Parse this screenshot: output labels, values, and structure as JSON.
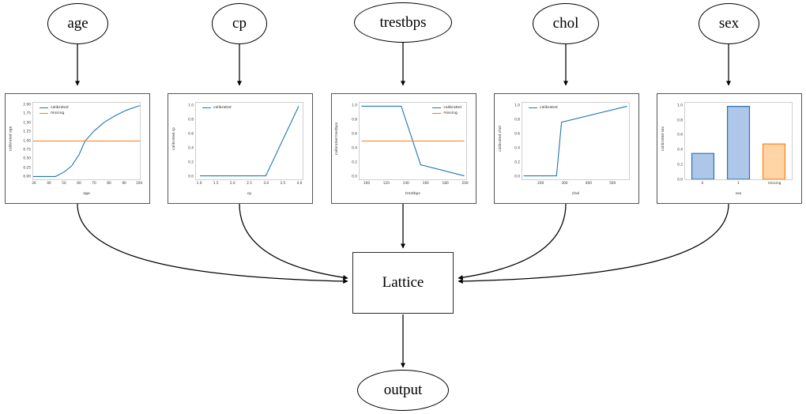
{
  "graph": {
    "input_nodes": [
      {
        "id": "age",
        "label": "age"
      },
      {
        "id": "cp",
        "label": "cp"
      },
      {
        "id": "trestbps",
        "label": "trestbps"
      },
      {
        "id": "chol",
        "label": "chol"
      },
      {
        "id": "sex",
        "label": "sex"
      }
    ],
    "model_node": {
      "id": "lattice",
      "label": "Lattice"
    },
    "output_node": {
      "id": "output",
      "label": "output"
    }
  },
  "colors": {
    "calibrated": "#1f77b4",
    "missing": "#ff7f0e",
    "bar_blue_face": "#aec7e8",
    "bar_blue_edge": "#1f77b4",
    "bar_orange_face": "#ffd4a6",
    "bar_orange_edge": "#ff7f0e",
    "panel_border": "#555555",
    "node_border": "#000000"
  },
  "chart_data": [
    {
      "id": "age",
      "type": "line",
      "title": "",
      "xlabel": "age",
      "ylabel": "calibrated age",
      "xlim": [
        29,
        101
      ],
      "ylim": [
        -0.08,
        2.08
      ],
      "xticks": [
        30,
        40,
        50,
        60,
        70,
        80,
        90,
        100
      ],
      "yticks": [
        0.0,
        0.25,
        0.5,
        0.75,
        1.0,
        1.25,
        1.5,
        1.75,
        2.0
      ],
      "ytick_labels": [
        "0.00",
        "0.25",
        "0.50",
        "0.75",
        "1.00",
        "1.25",
        "1.50",
        "1.75",
        "2.00"
      ],
      "legend": [
        "calibrated",
        "missing"
      ],
      "legend_position": "upper-left",
      "grid": false,
      "series": [
        {
          "name": "calibrated",
          "color": "#1f77b4",
          "x": [
            29,
            35,
            44,
            50,
            55,
            60,
            64,
            70,
            77,
            85,
            92,
            101
          ],
          "y": [
            0.0,
            0.0,
            0.0,
            0.13,
            0.3,
            0.62,
            1.0,
            1.28,
            1.53,
            1.73,
            1.87,
            2.0
          ]
        },
        {
          "name": "missing",
          "color": "#ff7f0e",
          "x": [
            29,
            101
          ],
          "y": [
            1.0,
            1.0
          ]
        }
      ]
    },
    {
      "id": "cp",
      "type": "line",
      "title": "",
      "xlabel": "cp",
      "ylabel": "calibrated cp",
      "xlim": [
        0.88,
        4.12
      ],
      "ylim": [
        -0.05,
        1.05
      ],
      "xticks": [
        1.0,
        1.5,
        2.0,
        2.5,
        3.0,
        3.5,
        4.0
      ],
      "xtick_labels": [
        "1.0",
        "1.5",
        "2.0",
        "2.5",
        "3.0",
        "3.5",
        "4.0"
      ],
      "yticks": [
        0.0,
        0.2,
        0.4,
        0.6,
        0.8,
        1.0
      ],
      "ytick_labels": [
        "0.0",
        "0.2",
        "0.4",
        "0.6",
        "0.8",
        "1.0"
      ],
      "legend": [
        "calibrated"
      ],
      "legend_position": "upper-left",
      "grid": false,
      "series": [
        {
          "name": "calibrated",
          "color": "#1f77b4",
          "x": [
            1.0,
            2.0,
            3.0,
            4.0
          ],
          "y": [
            0.0,
            0.0,
            0.0,
            1.0
          ]
        }
      ]
    },
    {
      "id": "trestbps",
      "type": "line",
      "title": "",
      "xlabel": "trestbps",
      "ylabel": "calibrated trestbps",
      "xlim": [
        92,
        202
      ],
      "ylim": [
        -0.05,
        1.05
      ],
      "xticks": [
        100,
        120,
        140,
        160,
        180,
        200
      ],
      "yticks": [
        0.0,
        0.2,
        0.4,
        0.6,
        0.8,
        1.0
      ],
      "ytick_labels": [
        "0.0",
        "0.2",
        "0.4",
        "0.6",
        "0.8",
        "1.0"
      ],
      "legend": [
        "calibrated",
        "missing"
      ],
      "legend_position": "upper-right",
      "grid": false,
      "series": [
        {
          "name": "calibrated",
          "color": "#1f77b4",
          "x": [
            94,
            135,
            155,
            200
          ],
          "y": [
            1.0,
            1.0,
            0.16,
            0.0
          ]
        },
        {
          "name": "missing",
          "color": "#ff7f0e",
          "x": [
            94,
            200
          ],
          "y": [
            0.5,
            0.5
          ]
        }
      ]
    },
    {
      "id": "chol",
      "type": "line",
      "title": "",
      "xlabel": "chol",
      "ylabel": "calibrated chol",
      "xlim": [
        120,
        572
      ],
      "ylim": [
        -0.05,
        1.05
      ],
      "xticks": [
        200,
        300,
        400,
        500
      ],
      "yticks": [
        0.0,
        0.2,
        0.4,
        0.6,
        0.8,
        1.0
      ],
      "ytick_labels": [
        "0.0",
        "0.2",
        "0.4",
        "0.6",
        "0.8",
        "1.0"
      ],
      "legend": [
        "calibrated"
      ],
      "legend_position": "upper-left",
      "grid": false,
      "series": [
        {
          "name": "calibrated",
          "color": "#1f77b4",
          "x": [
            126,
            265,
            286,
            564
          ],
          "y": [
            0.0,
            0.0,
            0.77,
            1.0
          ]
        }
      ]
    },
    {
      "id": "sex",
      "type": "bar",
      "title": "",
      "xlabel": "sex",
      "ylabel": "calibrated sex",
      "categories": [
        "0",
        "1",
        "missing"
      ],
      "values": [
        0.355,
        1.0,
        0.485
      ],
      "bar_colors": [
        "#aec7e8",
        "#aec7e8",
        "#ffd4a6"
      ],
      "bar_edge_colors": [
        "#1f77b4",
        "#1f77b4",
        "#ff7f0e"
      ],
      "ylim": [
        0.0,
        1.05
      ],
      "yticks": [
        0.0,
        0.2,
        0.4,
        0.6,
        0.8,
        1.0
      ],
      "ytick_labels": [
        "0.0",
        "0.2",
        "0.4",
        "0.6",
        "0.8",
        "1.0"
      ],
      "legend": [],
      "grid": false
    }
  ]
}
